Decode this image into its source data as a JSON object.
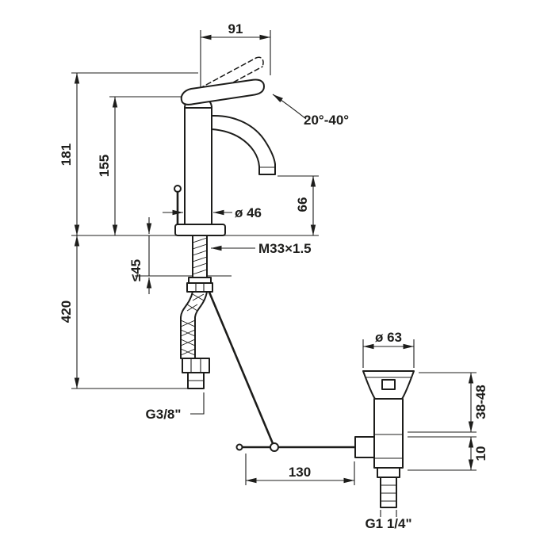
{
  "page": {
    "background": "#ffffff",
    "line_color": "#1d1d1b"
  },
  "dims": {
    "spout_reach": "91",
    "handle_angle_range": "20°-40°",
    "total_height": "181",
    "handle_rest_height": "155",
    "outlet_height": "66",
    "body_diameter": "ø 46",
    "mounting_thread": "M33×1.5",
    "max_deck_thickness": "≤45",
    "supply_hose_length": "420",
    "supply_thread": "G3/8\"",
    "waste_flange_diameter": "ø 63",
    "waste_mounting_range": "38-48",
    "waste_lever_offset": "10",
    "lever_rod_length": "130",
    "waste_thread": "G1 1/4\""
  }
}
